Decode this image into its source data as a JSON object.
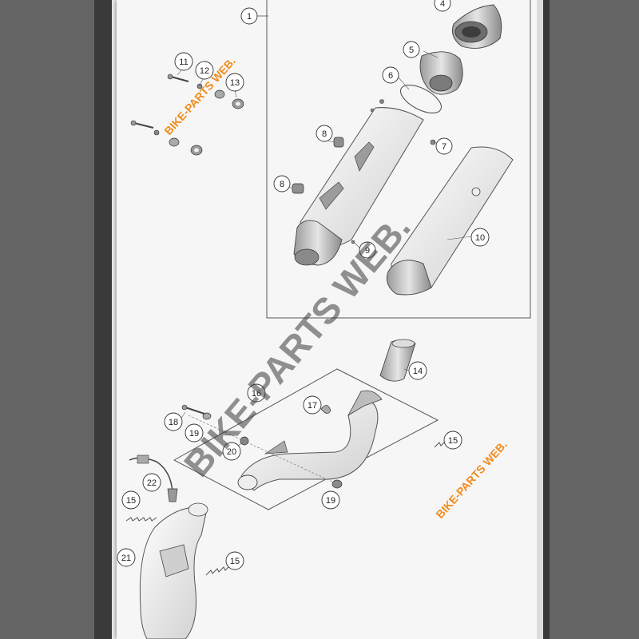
{
  "callouts": {
    "c1": "1",
    "c4": "4",
    "c5": "5",
    "c6": "6",
    "c7": "7",
    "c8a": "8",
    "c8b": "8",
    "c9": "9",
    "c10": "10",
    "c11": "11",
    "c12": "12",
    "c13": "13",
    "c14": "14",
    "c15a": "15",
    "c15b": "15",
    "c15c": "15",
    "c16": "16",
    "c17": "17",
    "c18": "18",
    "c19a": "19",
    "c19b": "19",
    "c20": "20",
    "c21": "21",
    "c22": "22"
  },
  "watermarks": {
    "small": "BIKE-PARTS WEB.",
    "big": "BIKE-PARTS WEB."
  },
  "colors": {
    "watermark_orange": "#f08c1e",
    "line": "#555555",
    "sheet": "#f6f6f6"
  }
}
